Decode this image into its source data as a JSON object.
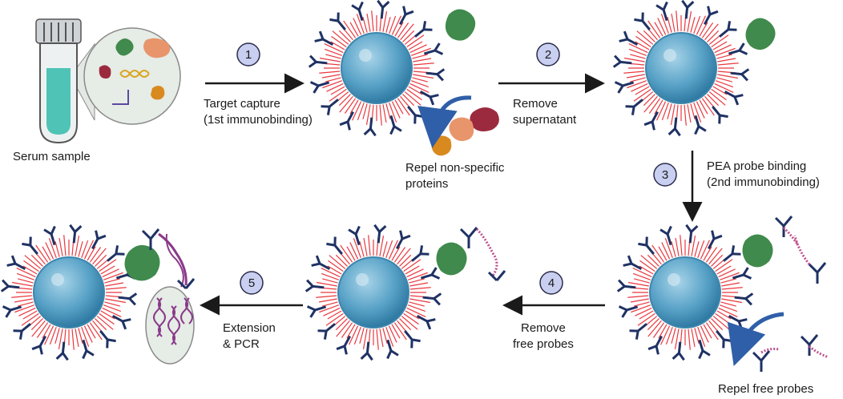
{
  "sample": {
    "label": "Serum sample"
  },
  "steps": [
    {
      "number": "1",
      "line1": "Target capture",
      "line2": "(1st immunobinding)"
    },
    {
      "number": "2",
      "line1": "Remove",
      "line2": "supernatant"
    },
    {
      "number": "3",
      "line1": "PEA probe binding",
      "line2": "(2nd immunobinding)"
    },
    {
      "number": "4",
      "line1": "Remove",
      "line2": "free probes"
    },
    {
      "number": "5",
      "line1": "Extension",
      "line2": "& PCR"
    }
  ],
  "notes": {
    "repel_nonspecific_line1": "Repel non-specific",
    "repel_nonspecific_line2": "proteins",
    "repel_free_probes": "Repel free probes"
  },
  "colors": {
    "bead": "#6fb0cf",
    "bead_dark": "#3d86ad",
    "brush": "#e8383f",
    "antibody": "#1f3264",
    "target_protein": "#3f8a4c",
    "nonspecific_1": "#9c2a3f",
    "nonspecific_2": "#e8956b",
    "nonspecific_3": "#d98a1f",
    "dna": "#8a3a8a",
    "step_circle": "#c9cff0",
    "arrow": "#1a1a1a"
  }
}
